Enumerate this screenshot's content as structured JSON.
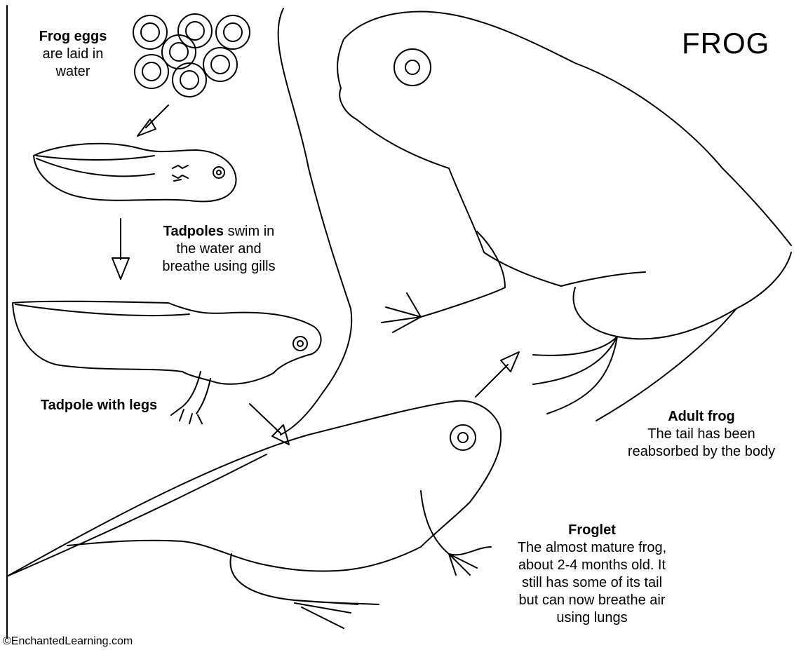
{
  "title": "FROG",
  "copyright": "©EnchantedLearning.com",
  "stages": {
    "eggs": {
      "bold": "Frog eggs",
      "line2": "are laid in",
      "line3": "water"
    },
    "tadpoles": {
      "bold": "Tadpoles",
      "rest": " swim in",
      "line2": "the water and",
      "line3": "breathe using gills"
    },
    "tadpole_legs": {
      "bold": "Tadpole with legs"
    },
    "adult": {
      "bold": "Adult frog",
      "line2": "The tail has been",
      "line3": "reabsorbed by the body"
    },
    "froglet": {
      "bold": "Froglet",
      "line2": "The almost mature frog,",
      "line3": "about 2-4 months old. It",
      "line4": "still has some of its tail",
      "line5": "but can now breathe air",
      "line6": "using lungs"
    }
  }
}
